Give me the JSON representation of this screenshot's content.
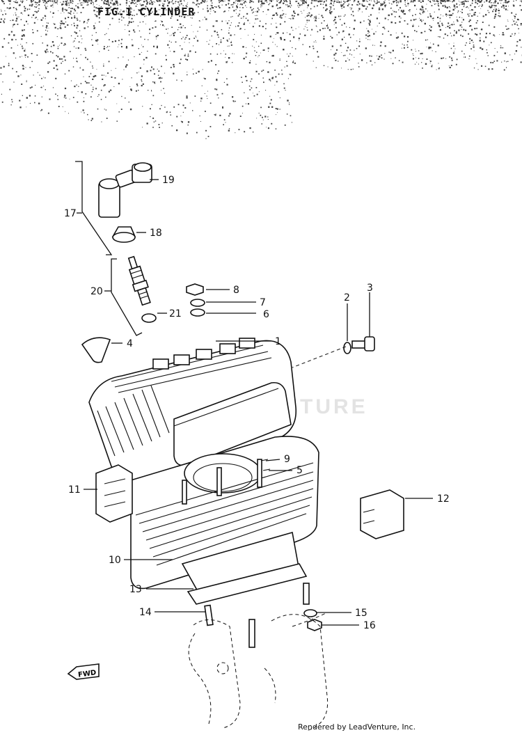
{
  "title": "FIG.1 CYLINDER",
  "watermark": "OVENTURE",
  "footer": "Rendered by LeadVenture, Inc.",
  "fwd_label": "FWD",
  "callouts": [
    {
      "label": "1"
    },
    {
      "label": "2"
    },
    {
      "label": "3"
    },
    {
      "label": "4"
    },
    {
      "label": "5"
    },
    {
      "label": "6"
    },
    {
      "label": "7"
    },
    {
      "label": "8"
    },
    {
      "label": "9"
    },
    {
      "label": "10"
    },
    {
      "label": "11"
    },
    {
      "label": "12"
    },
    {
      "label": "13"
    },
    {
      "label": "14"
    },
    {
      "label": "15"
    },
    {
      "label": "16"
    },
    {
      "label": "17"
    },
    {
      "label": "18"
    },
    {
      "label": "19"
    },
    {
      "label": "20"
    },
    {
      "label": "21"
    }
  ]
}
